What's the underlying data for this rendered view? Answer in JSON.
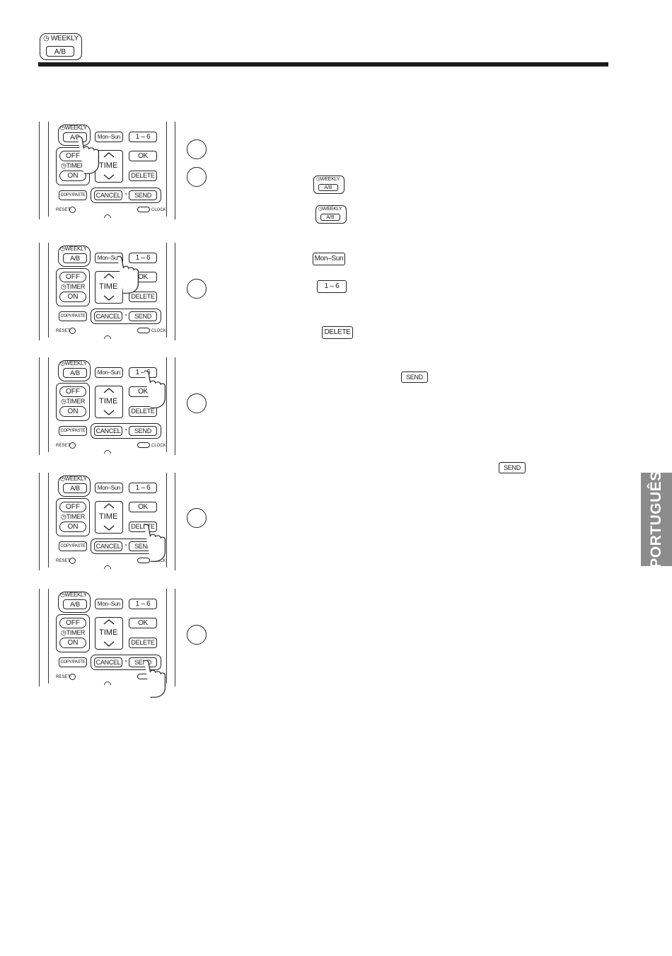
{
  "header": {
    "icon_weekly_label": "WEEKLY",
    "icon_ab_label": "A/B"
  },
  "remote": {
    "weekly_label": "WEEKLY",
    "ab_label": "A/B",
    "mon_sun_label": "Mon–Sun",
    "one_six_label": "1 – 6",
    "off_label": "OFF",
    "timer_label": "TIMER",
    "on_label": "ON",
    "time_label": "TIME",
    "ok_label": "OK",
    "delete_label": "DELETE",
    "copy_paste_label": "COPY/PASTE",
    "cancel_label": "CANCEL",
    "send_label": "SEND",
    "reset_label": "RESET",
    "clock_label": "CLOCK"
  },
  "inline_buttons": {
    "weekly_label": "WEEKLY",
    "ab_label": "A/B",
    "mon_sun_label": "Mon–Sun",
    "one_six_label": "1 – 6",
    "delete_label": "DELETE",
    "send_label": "SEND"
  },
  "side_tab": {
    "label": "PORTUGUÊS",
    "color": "#8c8c8c"
  },
  "colors": {
    "ink": "#1a1a1a",
    "rule": "#1a1a1a"
  }
}
